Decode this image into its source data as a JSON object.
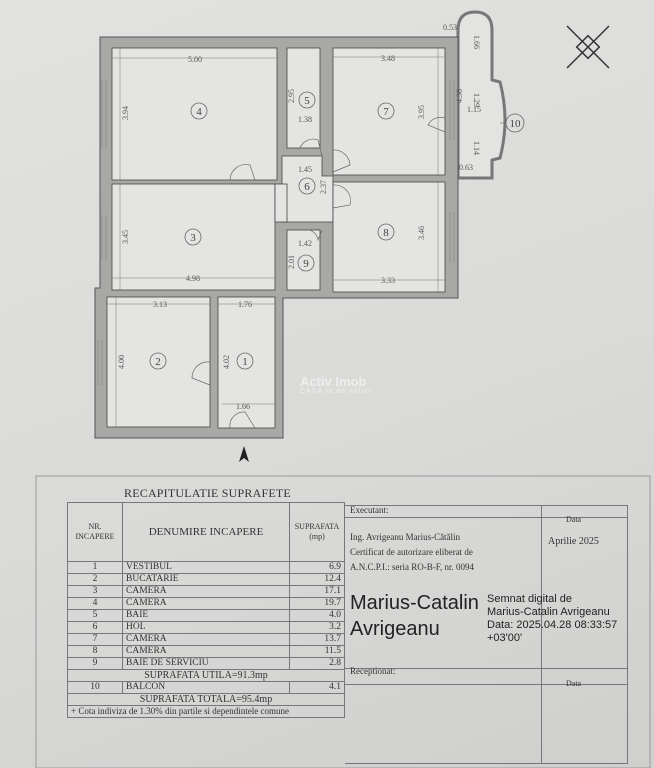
{
  "plan": {
    "rooms": [
      "1",
      "2",
      "3",
      "4",
      "5",
      "6",
      "7",
      "8",
      "9",
      "10"
    ],
    "dims": {
      "r4w": "5.00",
      "r4h": "3.94",
      "r5h": "2.95",
      "r5w": "1.38",
      "r7w": "3.48",
      "r7h": "3.95",
      "r6w": "1.45",
      "r6h": "2.37",
      "r3h": "3.45",
      "r3w": "4.98",
      "r9w": "1.42",
      "r9h": "2.01",
      "r8h": "3.46",
      "r8w": "3.33",
      "r2w": "3.13",
      "r2h": "4.00",
      "r1w": "1.76",
      "r1h": "4.02",
      "r1d": "1.66",
      "b1": "0.53",
      "b2": "1.66",
      "b3": "4.36",
      "b4": "1.29",
      "b5": "1.15",
      "b6": "1.14",
      "b7": "0.63"
    },
    "watermark": "Activ Imob",
    "watermark_sub": "CASA ta de suflet"
  },
  "table": {
    "title": "RECAPITULATIE SUPRAFETE",
    "headers": {
      "nr": "NR. INCAPERE",
      "name": "DENUMIRE INCAPERE",
      "area": "SUPRAFATA (mp)"
    },
    "rows": [
      {
        "nr": "1",
        "name": "VESTIBUL",
        "area": "6.9"
      },
      {
        "nr": "2",
        "name": "BUCATARIE",
        "area": "12.4"
      },
      {
        "nr": "3",
        "name": "CAMERA",
        "area": "17.1"
      },
      {
        "nr": "4",
        "name": "CAMERA",
        "area": "19.7"
      },
      {
        "nr": "5",
        "name": "BAIE",
        "area": "4.0"
      },
      {
        "nr": "6",
        "name": "HOL",
        "area": "3.2"
      },
      {
        "nr": "7",
        "name": "CAMERA",
        "area": "13.7"
      },
      {
        "nr": "8",
        "name": "CAMERA",
        "area": "11.5"
      },
      {
        "nr": "9",
        "name": "BAIE DE SERVICIU",
        "area": "2.8"
      }
    ],
    "useful": "SUPRAFATA UTILA=91.3mp",
    "balcony": {
      "nr": "10",
      "name": "BALCON",
      "area": "4.1"
    },
    "total": "SUPRAFATA TOTALA=95.4mp",
    "note": "+ Cota indiviza de 1.30% din partile si dependintele comune"
  },
  "stamp": {
    "executant_label": "Executant:",
    "line1": "Ing. Avrigeanu Marius-Cătălin",
    "line2": "Certificat de autorizare eliberat de",
    "line3": "A.N.C.P.I.: seria RO-B-F, nr. 0094",
    "date_label": "Data",
    "date_value": "Aprilie 2025",
    "signer1": "Marius-Catalin",
    "signer2": "Avrigeanu",
    "sig1": "Semnat digital de",
    "sig2": "Marius-Catalin Avrigeanu",
    "sig3": "Data: 2025.04.28 08:33:57",
    "sig4": "+03'00'",
    "receptionat_label": "Receptionat:",
    "date_label2": "Data"
  }
}
